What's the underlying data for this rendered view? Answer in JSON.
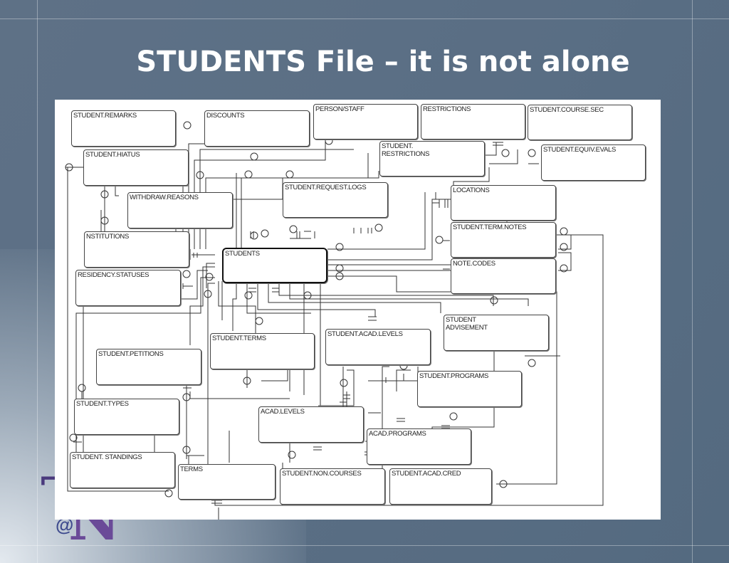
{
  "slide": {
    "title": "STUDENTS File – it is not alone"
  },
  "logo": {
    "letter": "N",
    "at_symbol": "@"
  },
  "entities": {
    "student_remarks": "STUDENT.REMARKS",
    "discounts": "DISCOUNTS",
    "person_staff": "PERSON/STAFF",
    "restrictions": "RESTRICTIONS",
    "student_course_sec": "STUDENT.COURSE.SEC",
    "student_hiatus": "STUDENT.HIATUS",
    "student_restrictions": "STUDENT.\nRESTRICTIONS",
    "student_equiv_evals": "STUDENT.EQUIV.EVALS",
    "withdraw_reasons": "WITHDRAW.REASONS",
    "student_request_logs": "STUDENT.REQUEST.LOGS",
    "locations": "LOCATIONS",
    "institutions": "NSTITUTIONS",
    "student_term_notes": "STUDENT.TERM.NOTES",
    "students": "STUDENTS",
    "note_codes": "NOTE.CODES",
    "residency_statuses": "RESIDENCY.STATUSES",
    "student_advisement": "STUDENT\nADVISEMENT",
    "student_petitions": "STUDENT.PETITIONS",
    "student_terms": "STUDENT.TERMS",
    "student_acad_levels": "STUDENT.ACAD.LEVELS",
    "student_programs": "STUDENT.PROGRAMS",
    "student_types": "STUDENT.TYPES",
    "acad_levels": "ACAD.LEVELS",
    "acad_programs": "ACAD.PROGRAMS",
    "student_standings": "STUDENT. STANDINGS",
    "terms": "TERMS",
    "student_non_courses": "STUDENT.NON.COURSES",
    "student_acad_cred": "STUDENT.ACAD.CRED"
  }
}
